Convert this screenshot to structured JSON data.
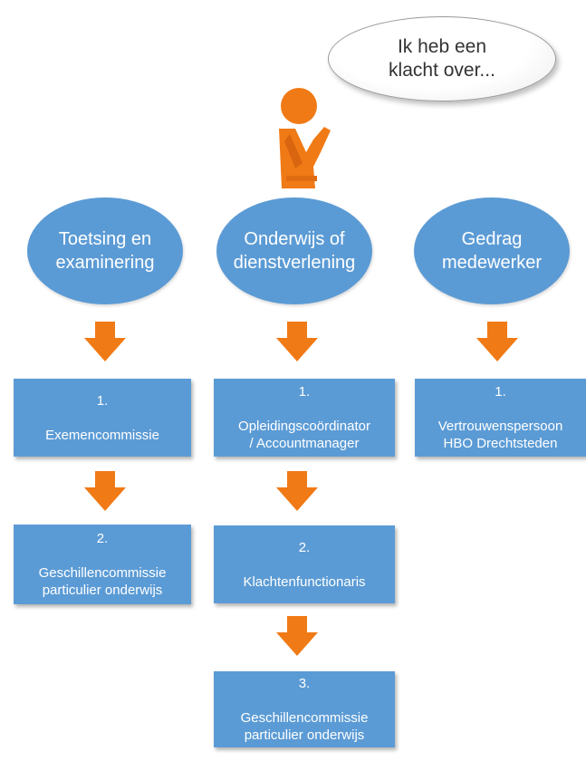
{
  "speech_bubble": {
    "text": "Ik heb een klacht over..."
  },
  "columns": [
    {
      "category": "Toetsing en examinering",
      "steps": [
        {
          "num": "1.",
          "label": "Exemencommissie"
        },
        {
          "num": "2.",
          "label": "Geschillencommissie\nparticulier onderwijs"
        }
      ]
    },
    {
      "category": "Onderwijs of dienstverlening",
      "steps": [
        {
          "num": "1.",
          "label": "Opleidingscoördinator\n/ Accountmanager"
        },
        {
          "num": "2.",
          "label": "Klachtenfunctionaris"
        },
        {
          "num": "3.",
          "label": "Geschillencommissie\nparticulier onderwijs"
        }
      ]
    },
    {
      "category": "Gedrag medewerker",
      "steps": [
        {
          "num": "1.",
          "label": "Vertrouwenspersoon\nHBO Drechtsteden"
        }
      ]
    }
  ],
  "colors": {
    "node_fill": "#5b9bd5",
    "arrow_fill": "#f07a15",
    "person_fill": "#f07a15",
    "text_on_node": "#ffffff"
  },
  "icons": {
    "person": "thinking-person-icon",
    "arrow": "arrow-down-icon"
  }
}
